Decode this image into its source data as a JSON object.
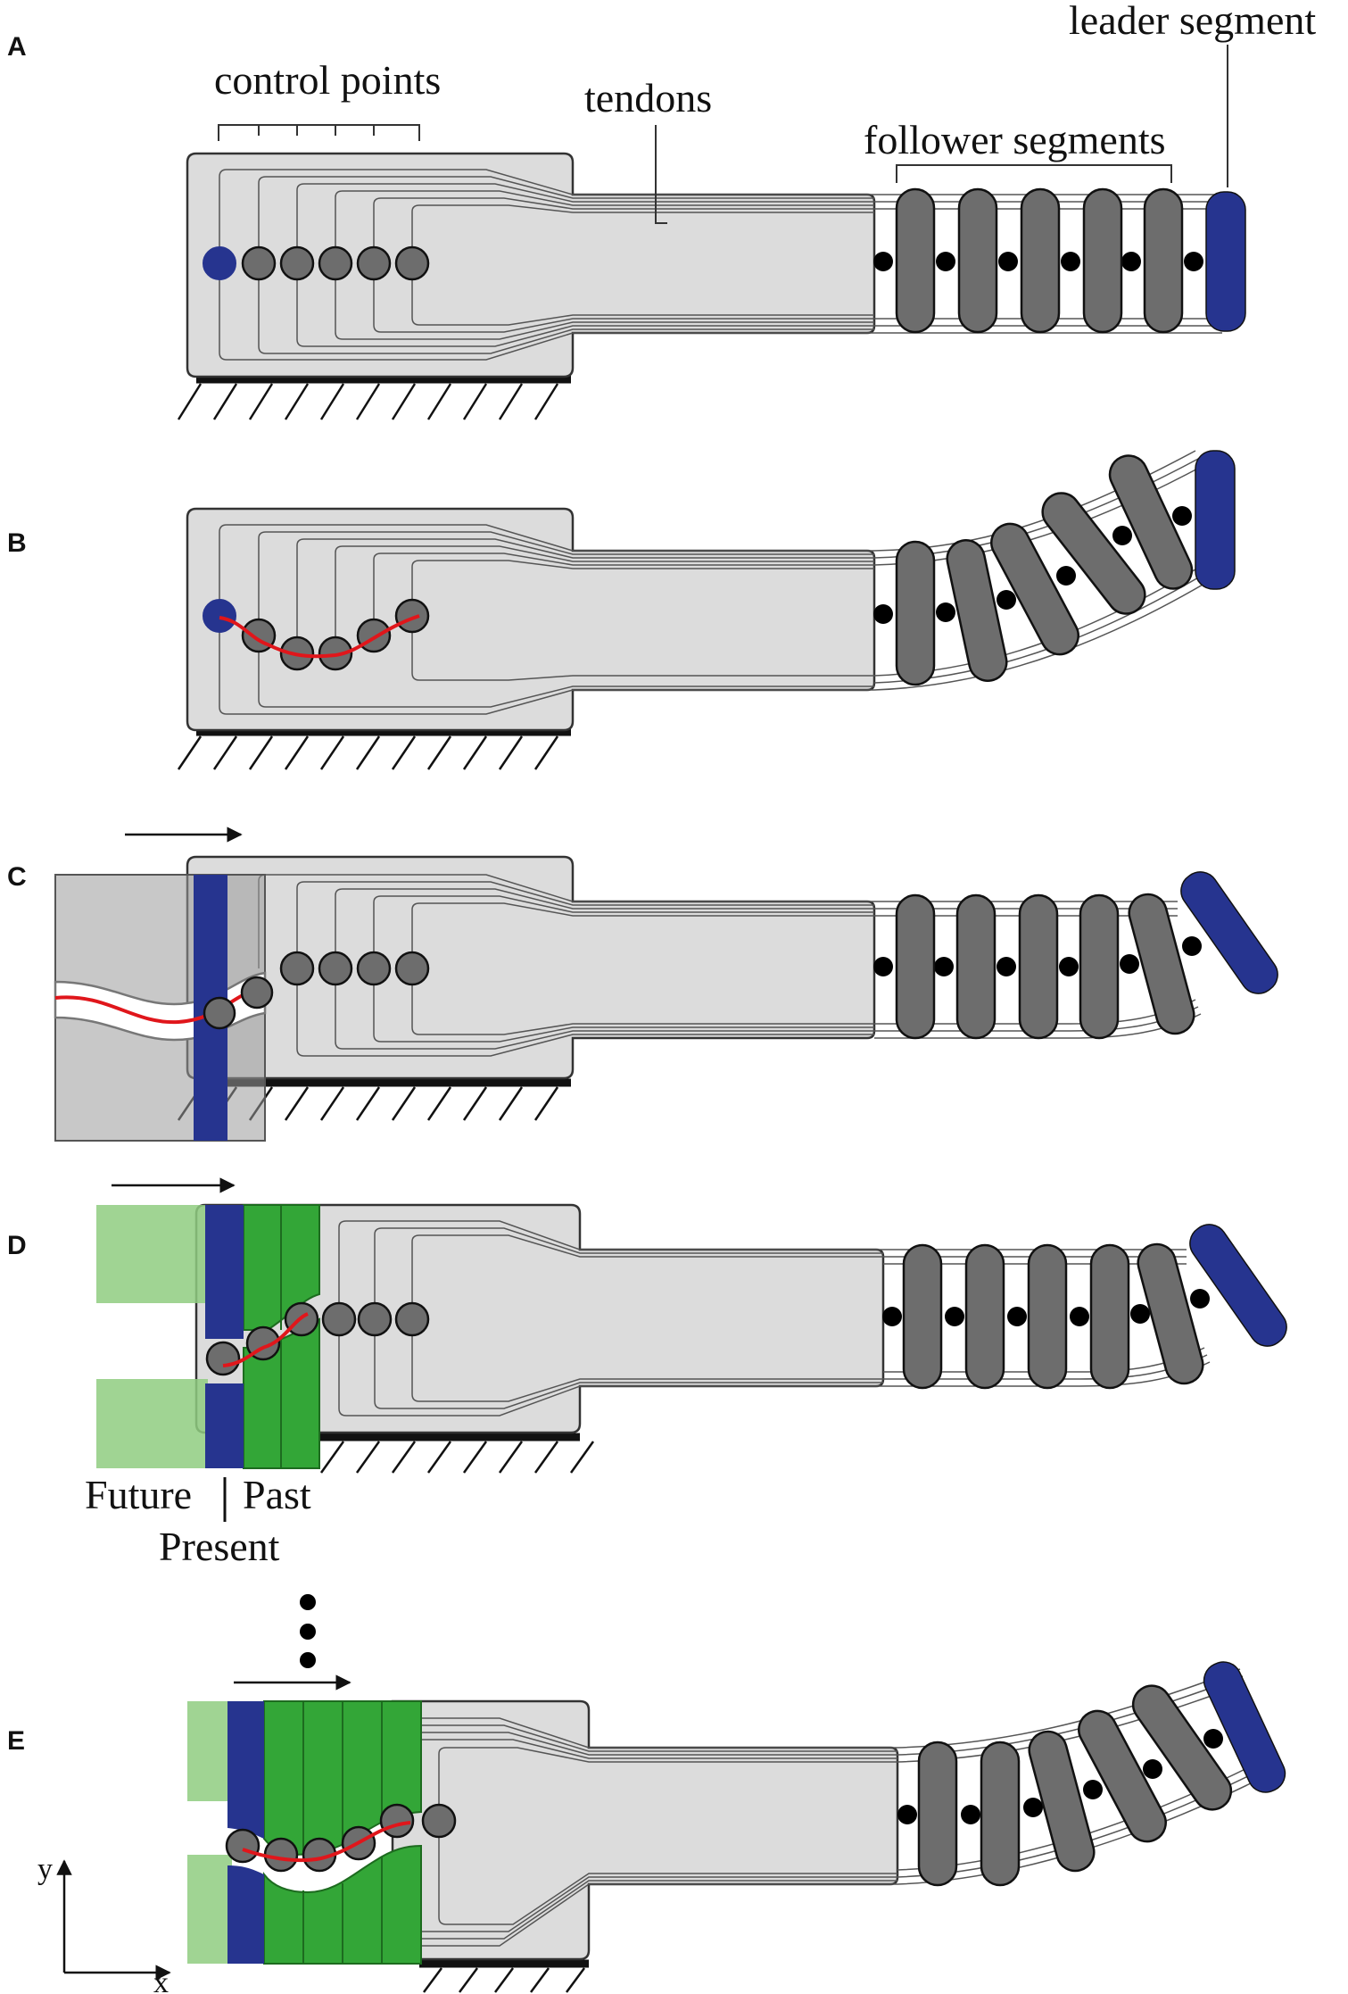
{
  "panels": [
    {
      "id": "A",
      "label": "A"
    },
    {
      "id": "B",
      "label": "B"
    },
    {
      "id": "C",
      "label": "C"
    },
    {
      "id": "D",
      "label": "D"
    },
    {
      "id": "E",
      "label": "E"
    }
  ],
  "annotations": {
    "control_points": "control points",
    "tendons": "tendons",
    "follower_segments": "follower segments",
    "leader_segment": "leader segment",
    "future": "Future",
    "past": "Past",
    "present": "Present"
  },
  "axes": {
    "x": "x",
    "y": "y"
  },
  "colors": {
    "body": "#dcdcdc",
    "body_stroke": "#333333",
    "segment": "#6d6d6d",
    "leader": "#26348f",
    "path": "#e0161b",
    "green": "#33a637",
    "green_light": "#8fcc80",
    "overlay_gray": "#9a9a9a"
  }
}
